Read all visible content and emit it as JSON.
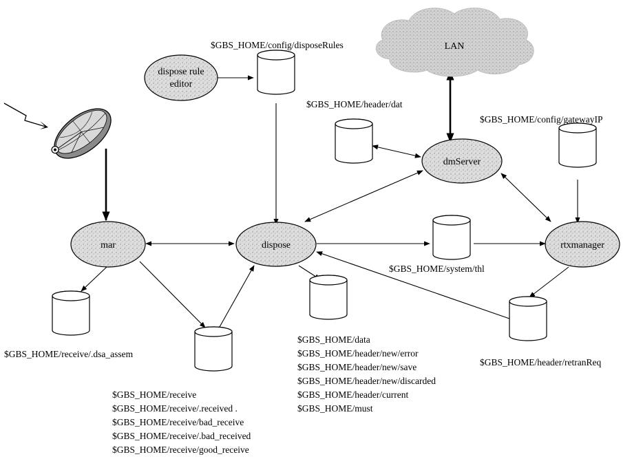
{
  "processes": {
    "dispose_rule_editor": "dispose rule editor",
    "mar": "mar",
    "dispose": "dispose",
    "dmServer": "dmServer",
    "rtxmanager": "rtxmanager",
    "lan": "LAN"
  },
  "stores": {
    "disposeRules": [
      "$GBS_HOME/config/disposeRules"
    ],
    "header_dat": [
      "$GBS_HOME/header/dat"
    ],
    "gatewayIP": [
      "$GBS_HOME/config/gatewayIP"
    ],
    "thl": [
      "$GBS_HOME/system/thl"
    ],
    "dsa_assem": [
      "$GBS_HOME/receive/.dsa_assem"
    ],
    "retranReq": [
      "$GBS_HOME/header/retranReq"
    ],
    "data_group": [
      "$GBS_HOME/data",
      "$GBS_HOME/header/new/error",
      "$GBS_HOME/header/new/save",
      "$GBS_HOME/header/new/discarded",
      "$GBS_HOME/header/current",
      "$GBS_HOME/must"
    ],
    "receive_group": [
      "$GBS_HOME/receive",
      "$GBS_HOME/receive/.received .",
      "$GBS_HOME/receive/bad_receive",
      "$GBS_HOME/receive/.bad_received",
      "$GBS_HOME/receive/good_receive"
    ]
  },
  "icons": {
    "satellite_dish": "satellite-dish-icon",
    "signal": "lightning-signal-icon"
  },
  "colors": {
    "process_fill": "#d4d4d4",
    "cloud_fill": "#cfcfcf",
    "line": "#000000"
  }
}
